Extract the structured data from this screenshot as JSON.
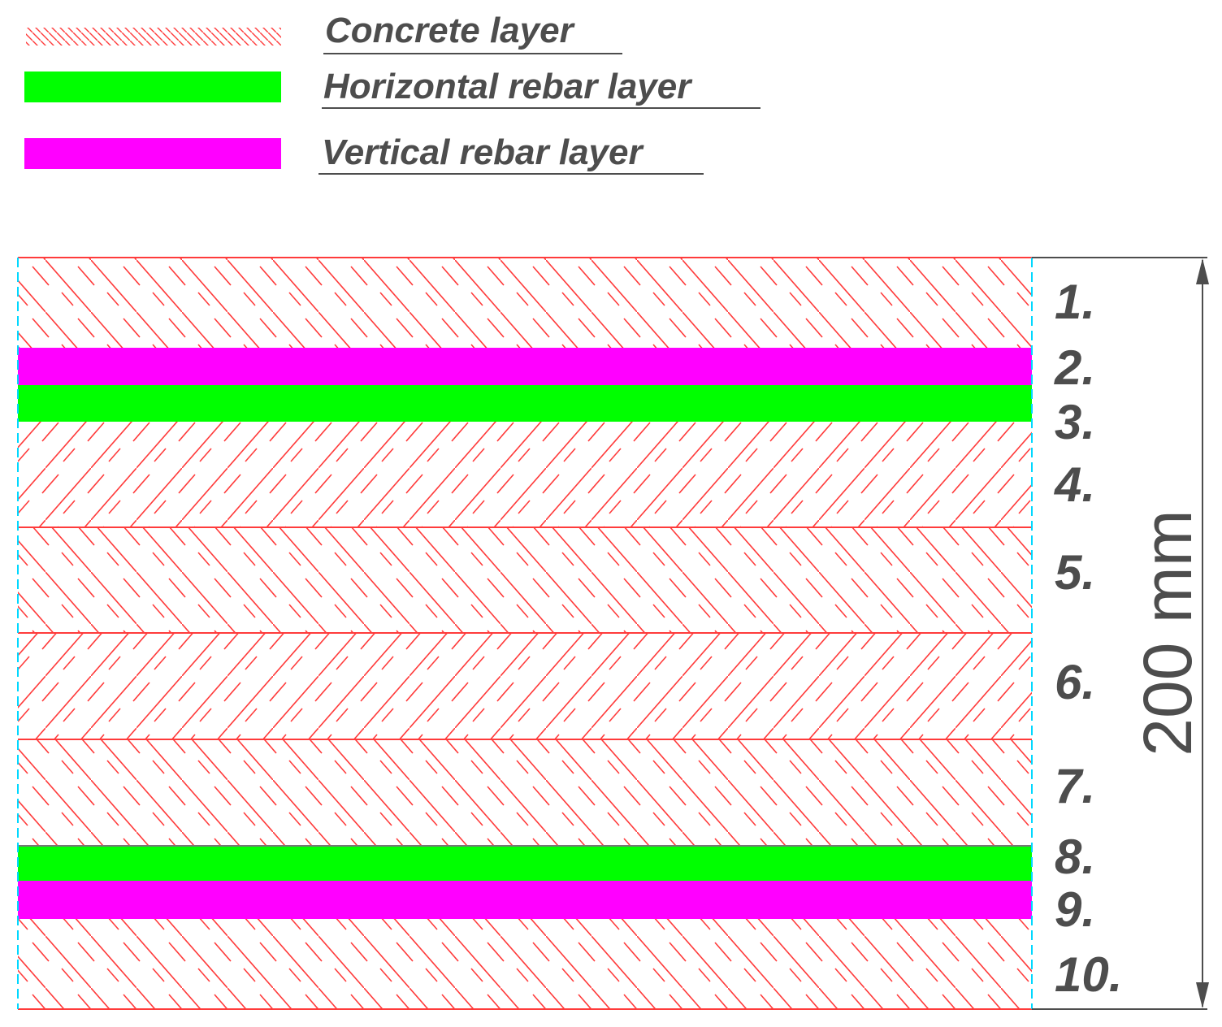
{
  "legend": [
    {
      "kind": "concrete",
      "label": "Concrete layer"
    },
    {
      "kind": "horizontal",
      "label": "Horizontal rebar layer"
    },
    {
      "kind": "vertical",
      "label": "Vertical rebar layer"
    }
  ],
  "layers": [
    {
      "number": "1.",
      "kind": "concrete",
      "hatch": "back"
    },
    {
      "number": "2.",
      "kind": "vertical"
    },
    {
      "number": "3.",
      "kind": "horizontal"
    },
    {
      "number": "4.",
      "kind": "concrete",
      "hatch": "fwd"
    },
    {
      "number": "5.",
      "kind": "concrete",
      "hatch": "back"
    },
    {
      "number": "6.",
      "kind": "concrete",
      "hatch": "fwd"
    },
    {
      "number": "7.",
      "kind": "concrete",
      "hatch": "back"
    },
    {
      "number": "8.",
      "kind": "horizontal"
    },
    {
      "number": "9.",
      "kind": "vertical"
    },
    {
      "number": "10.",
      "kind": "concrete",
      "hatch": "back"
    }
  ],
  "dimension": {
    "label": "200 mm"
  },
  "colors": {
    "concrete_hatch": "#ff3b3b",
    "horizontal_rebar": "#00ff00",
    "vertical_rebar": "#ff00ff",
    "edge_dash": "#00d8ff",
    "text": "#4d4d4d",
    "dimension_line": "#4d4d4d"
  }
}
